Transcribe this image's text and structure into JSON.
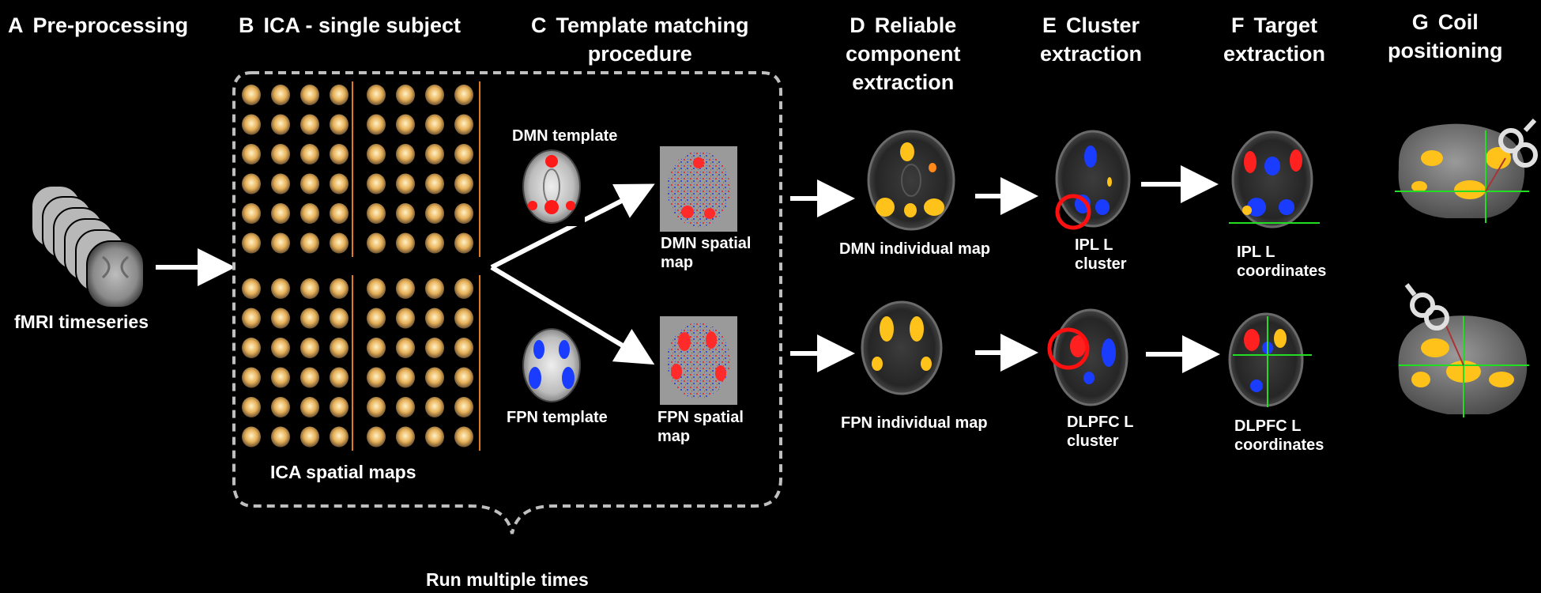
{
  "steps": [
    {
      "letter": "A",
      "title": "Pre-processing",
      "title2": ""
    },
    {
      "letter": "B",
      "title": "ICA - single subject",
      "title2": ""
    },
    {
      "letter": "C",
      "title": "Template matching",
      "title2": "procedure"
    },
    {
      "letter": "D",
      "title": "Reliable",
      "title2": "component",
      "title3": "extraction"
    },
    {
      "letter": "E",
      "title": "Cluster",
      "title2": "extraction"
    },
    {
      "letter": "F",
      "title": "Target",
      "title2": "extraction"
    },
    {
      "letter": "G",
      "title": "Coil",
      "title2": "positioning"
    }
  ],
  "labels": {
    "fmri": "fMRI timeseries",
    "ica_maps": "ICA spatial maps",
    "dmn_template": "DMN template",
    "fpn_template": "FPN template",
    "dmn_spatial_1": "DMN spatial",
    "dmn_spatial_2": "map",
    "fpn_spatial_1": "FPN spatial",
    "fpn_spatial_2": "map",
    "dmn_individual": "DMN individual map",
    "fpn_individual": "FPN individual map",
    "ipl_cluster_1": "IPL L",
    "ipl_cluster_2": "cluster",
    "dlpfc_cluster_1": "DLPFC L",
    "dlpfc_cluster_2": "cluster",
    "ipl_coord_1": "IPL L",
    "ipl_coord_2": "coordinates",
    "dlpfc_coord_1": "DLPFC L",
    "dlpfc_coord_2": "coordinates",
    "run_multiple": "Run multiple times"
  },
  "colors": {
    "background": "#000000",
    "text": "#ffffff",
    "arrow": "#ffffff",
    "dashed_box": "#bfbfbf",
    "separator": "#e07b22",
    "activation_yellow": "#ffc21a",
    "activation_red": "#ff2020",
    "activation_blue": "#1a3cff",
    "highlight_circle": "#ff1010",
    "crosshair": "#22dd22"
  }
}
